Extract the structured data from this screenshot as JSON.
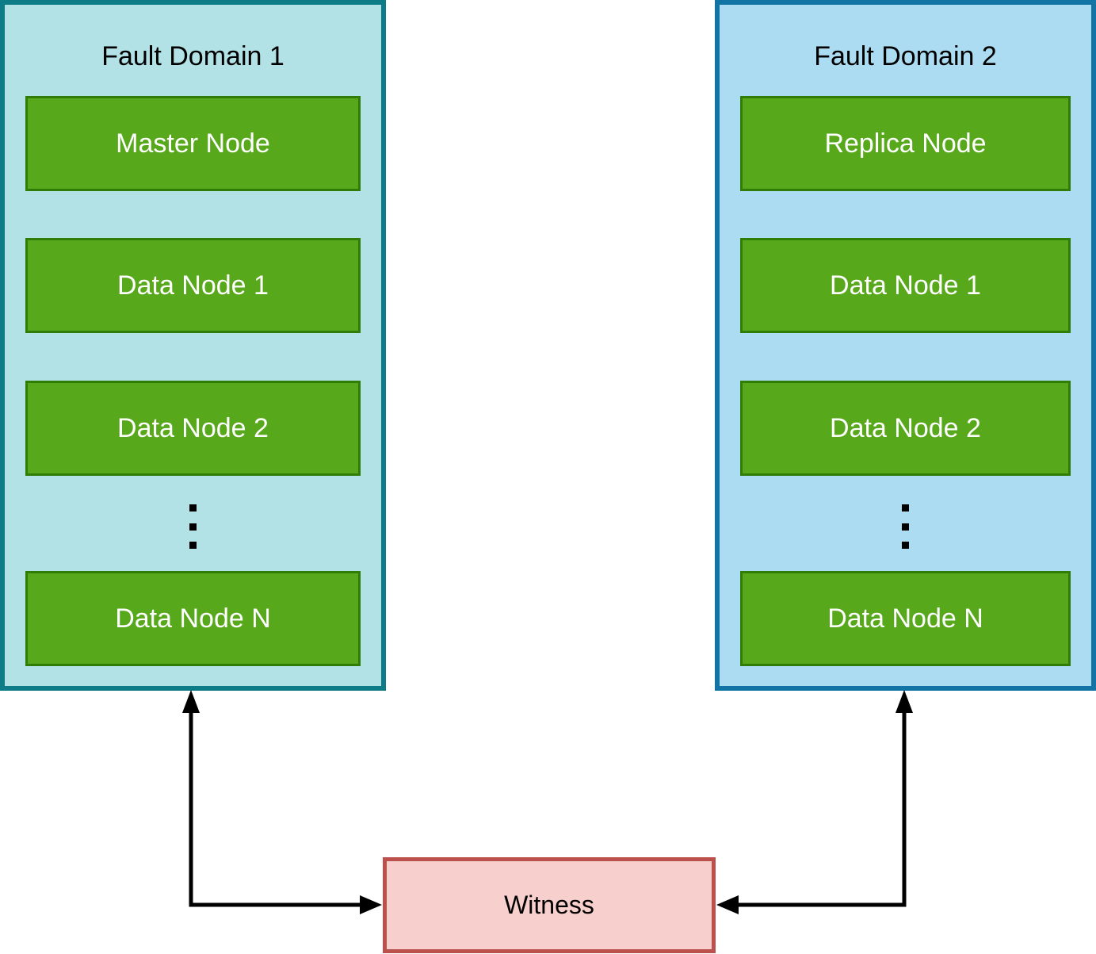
{
  "diagram": {
    "fault_domains": [
      {
        "title": "Fault Domain 1",
        "nodes": [
          "Master Node",
          "Data Node 1",
          "Data Node 2",
          "Data Node N"
        ],
        "ellipsis": "⋮"
      },
      {
        "title": "Fault Domain 2",
        "nodes": [
          "Replica Node",
          "Data Node 1",
          "Data Node 2",
          "Data Node N"
        ],
        "ellipsis": "⋮"
      }
    ],
    "witness": {
      "label": "Witness"
    }
  },
  "colors": {
    "fd1_fill": "#b2e1e6",
    "fd1_border": "#0e7c86",
    "fd2_fill": "#abdcf1",
    "fd2_border": "#1274a4",
    "node_fill": "#58a81c",
    "node_border": "#2f7d07",
    "witness_fill": "#f7cfcc",
    "witness_border": "#bc504d",
    "arrow_color": "#000000",
    "title_text": "#000000",
    "node_text": "#ffffff"
  }
}
